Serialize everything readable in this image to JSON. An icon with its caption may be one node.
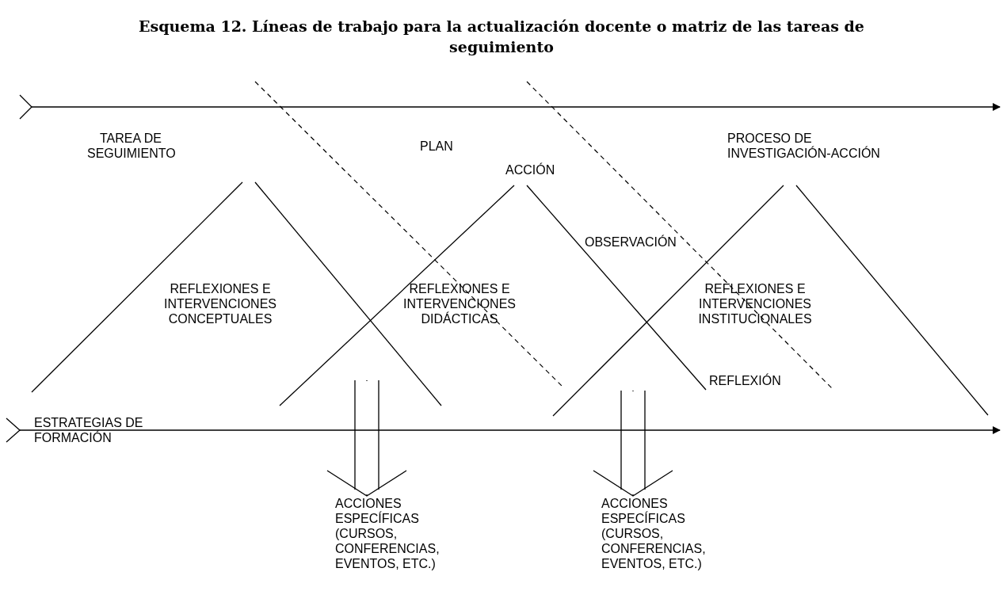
{
  "diagram": {
    "title": "Esquema 12. Líneas de trabajo para la actualización docente o matriz de las tareas de seguimiento",
    "nodes": [
      {
        "text": [
          "ACCIONES ESPECÍFICAS (CURSOS, CONFERENCIAS, EVENTOS, ETC.)"
        ]
      },
      {
        "text": [
          "ACCIONES ESPECÍFICAS (CURSOS, CONFERENCIAS, EVENTOS, ETC.)"
        ]
      }
    ],
    "edges": [
      {
        "from": null,
        "to": 0,
        "arrow": "to"
      },
      {
        "from": null,
        "to": 1,
        "arrow": "to"
      }
    ],
    "labels": [
      "TAREA DE SEGUIMIENTO",
      "PLAN",
      "PROCESO DE INVESTIGACIÓN-ACCIÓN",
      "ACCIÓN",
      "OBSERVACIÓN",
      "REFLEXIONES E INTERVENCIONES CONCEPTUALES",
      "REFLEXIONES E INTERVENCIONES DIDÁCTICAS",
      "REFLEXIONES E INTERVENCIONES INSTITUCIONALES",
      "REFLEXIÓN",
      "ESTRATEGIAS DE FORMACIÓN"
    ]
  }
}
